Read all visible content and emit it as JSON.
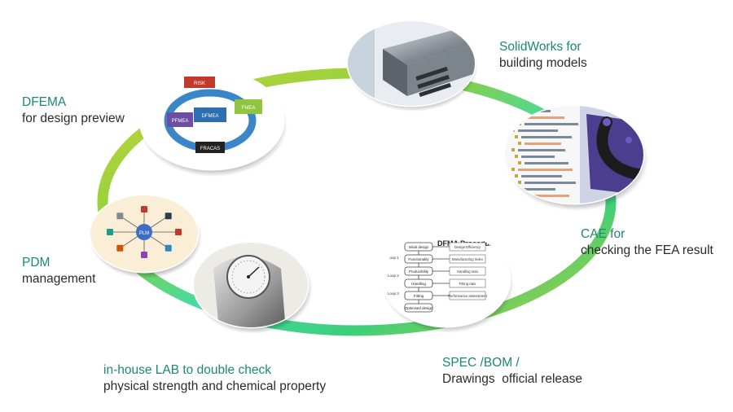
{
  "nodes": {
    "solidworks": {
      "title": "SolidWorks for",
      "subtitle": "building models",
      "image": "cad-metal-bracket"
    },
    "cae": {
      "title": "CAE for",
      "subtitle": "checking the FEA result",
      "image": "cae-tree-and-tube-model"
    },
    "spec": {
      "title": "SPEC /BOM /",
      "subtitle": "Drawings  official release",
      "image": "dfma-procedure-flowchart",
      "diagram_title": "DFMA Procedure",
      "diagram_boxes": [
        "Initial design",
        "Functionality",
        "Producibility",
        "Handling",
        "Fitting",
        "Optimised design"
      ],
      "diagram_notes": [
        "Design Efficiency",
        "Manufacturing Index",
        "Handling ratio",
        "Fitting ratio",
        "Performance assessment"
      ],
      "diagram_loops": [
        "Loop 1",
        "Loop 2",
        "Loop 3"
      ]
    },
    "lab": {
      "title": "in-house LAB to double check",
      "subtitle": "physical strength and chemical property",
      "image": "hardness-gauge"
    },
    "pdm": {
      "title": "PDM",
      "subtitle": "management",
      "image": "plm-hub-diagram",
      "hub_label": "PLM"
    },
    "dfema": {
      "title": "DFEMA",
      "subtitle": "for design preview",
      "image": "dfmea-cycle",
      "cycle_labels": [
        "RISK",
        "DFMEA",
        "PFMEA",
        "FMEA",
        "FRACAS"
      ]
    }
  },
  "colors": {
    "teal": "#1a8a72",
    "text": "#2b2b2b",
    "green": "#7cc542",
    "yellow": "#c9d23a",
    "mint": "#3fd9a6"
  }
}
